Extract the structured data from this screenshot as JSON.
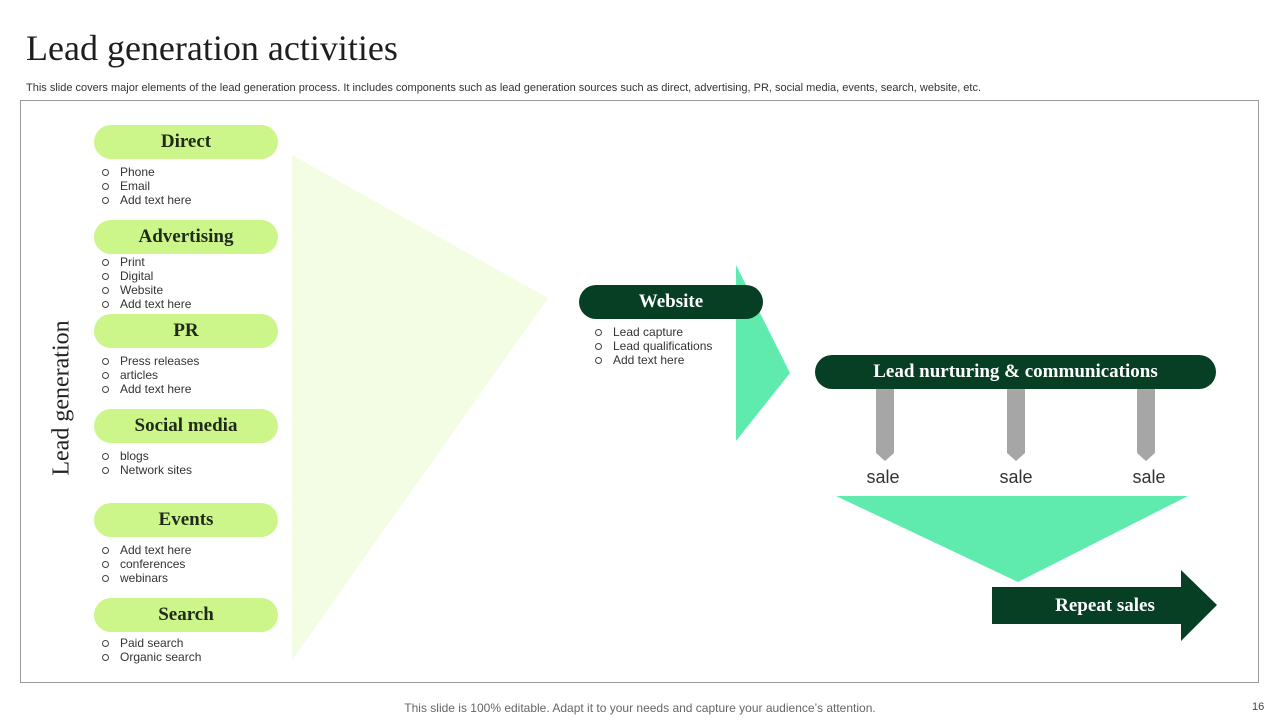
{
  "slide": {
    "title": "Lead generation activities",
    "subtitle": "This slide covers major elements of the lead generation process. It includes components such as lead generation sources such as direct, advertising, PR, social media, events, search, website, etc.",
    "side_label": "Lead generation",
    "footer": "This slide is 100% editable. Adapt it to your needs and capture your audience’s attention.",
    "page_number": "16"
  },
  "sources": [
    {
      "label": "Direct",
      "items": [
        "Phone",
        "Email",
        "Add text here"
      ]
    },
    {
      "label": "Advertising",
      "items": [
        "Print",
        "Digital",
        "Website",
        "Add text here"
      ]
    },
    {
      "label": "PR",
      "items": [
        "Press releases",
        "articles",
        "Add text here"
      ]
    },
    {
      "label": "Social media",
      "items": [
        "blogs",
        "Network sites"
      ]
    },
    {
      "label": "Events",
      "items": [
        "Add text here",
        "conferences",
        "webinars"
      ]
    },
    {
      "label": "Search",
      "items": [
        "Paid search",
        "Organic search"
      ]
    }
  ],
  "website": {
    "label": "Website",
    "items": [
      "Lead capture",
      "Lead qualifications",
      "Add text here"
    ]
  },
  "nurturing": {
    "label": "Lead nurturing & communications"
  },
  "sales": [
    "sale",
    "sale",
    "sale"
  ],
  "repeat": {
    "label": "Repeat sales"
  },
  "colors": {
    "light_green": "#ccf58a",
    "pale_green": "#f2fde4",
    "mint": "#5eebad",
    "dark_green": "#073f25",
    "gray": "#a6a6a6"
  }
}
